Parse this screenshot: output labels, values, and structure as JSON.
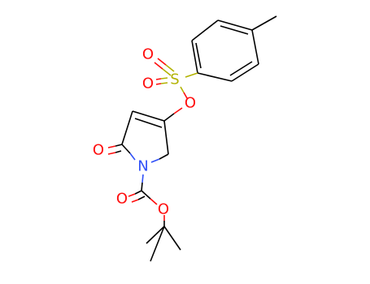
{
  "molecule": {
    "atoms": [
      {
        "id": "o_lactam",
        "symbol": "O"
      },
      {
        "id": "n_ring",
        "symbol": "N"
      },
      {
        "id": "o_ether",
        "symbol": "O"
      },
      {
        "id": "s_sulf",
        "symbol": "S"
      },
      {
        "id": "o_sulf_1",
        "symbol": "O"
      },
      {
        "id": "o_sulf_2",
        "symbol": "O"
      },
      {
        "id": "o_carb",
        "symbol": "O"
      },
      {
        "id": "o_boc",
        "symbol": "O"
      }
    ],
    "colors": {
      "carbon_bond": "#000000",
      "oxygen": "#ff0d0d",
      "nitrogen": "#3050f8",
      "sulfur": "#b2b200"
    }
  }
}
